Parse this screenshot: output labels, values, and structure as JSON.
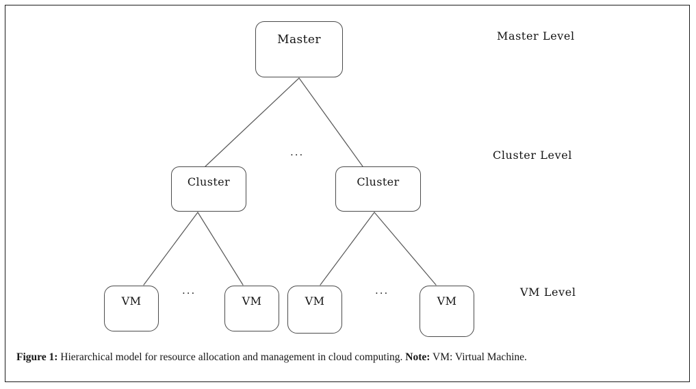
{
  "figure": {
    "frame_border_color": "#1b1b1b",
    "background": "#ffffff"
  },
  "diagram": {
    "node_stroke_color": "#4a4a4a",
    "edge_stroke_color": "#5a5a5a",
    "nodes": {
      "master": {
        "label": "Master"
      },
      "cluster_1": {
        "label": "Cluster"
      },
      "cluster_2": {
        "label": "Cluster"
      },
      "vm_1": {
        "label": "VM"
      },
      "vm_2": {
        "label": "VM"
      },
      "vm_3": {
        "label": "VM"
      },
      "vm_4": {
        "label": "VM"
      }
    },
    "ellipses": {
      "cluster_row": "...",
      "vm_row_left": "...",
      "vm_row_right": "..."
    },
    "level_labels": {
      "master": "Master Level",
      "cluster": "Cluster Level",
      "vm": "VM Level"
    }
  },
  "caption": {
    "figure_number": "Figure 1:",
    "text": " Hierarchical model for resource allocation and management in cloud computing. ",
    "note_label": "Note:",
    "note_text": " VM: Virtual Machine."
  }
}
